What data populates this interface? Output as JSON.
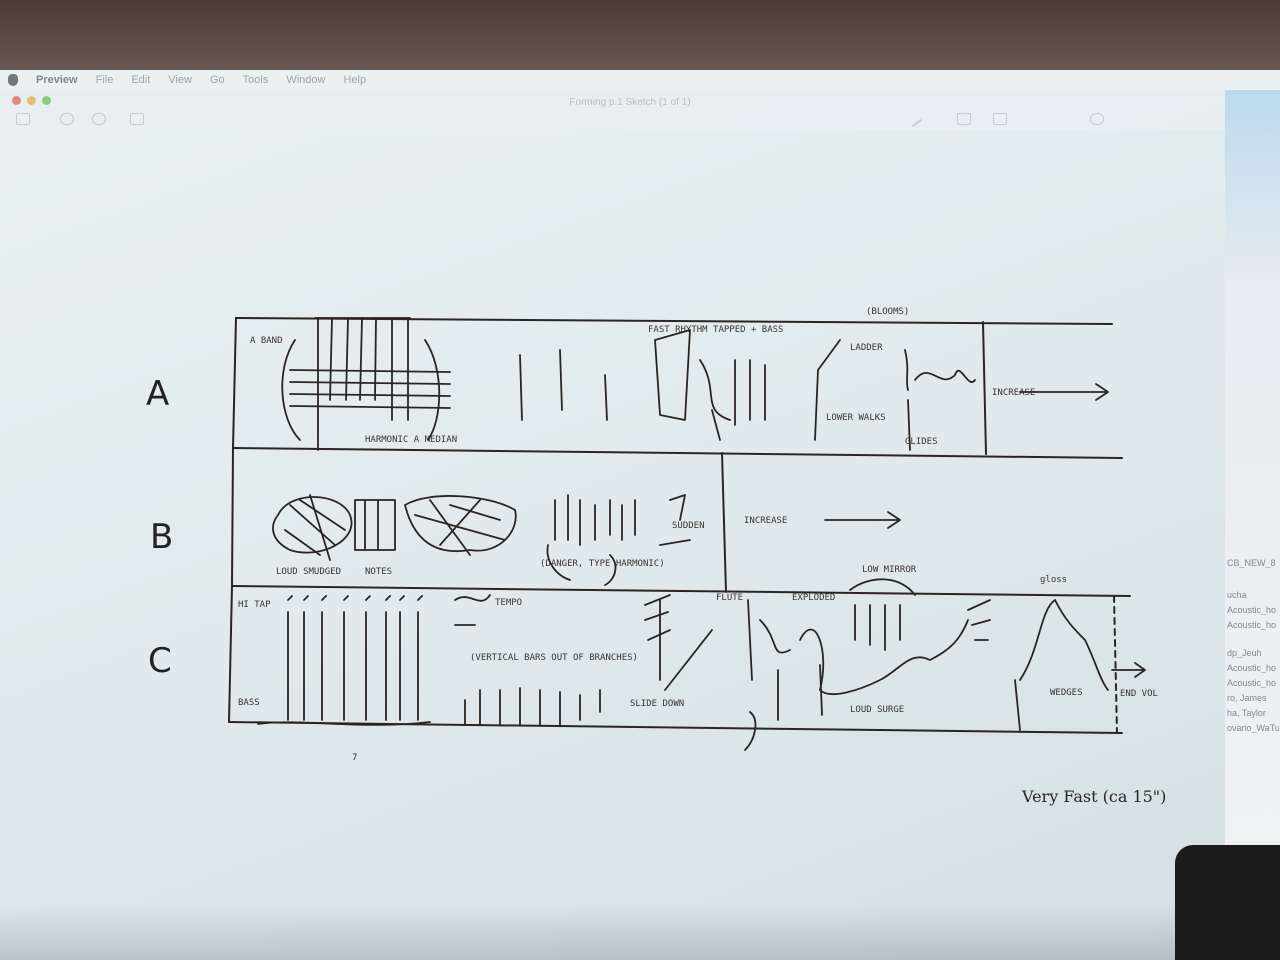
{
  "menubar": {
    "app_name": "Preview",
    "items": [
      "File",
      "Edit",
      "View",
      "Go",
      "Tools",
      "Window",
      "Help"
    ]
  },
  "window": {
    "title": "Forming p.1 Sketch (1 of 1)"
  },
  "sidebar": {
    "items": [
      "CB_NEW_8",
      "ucha",
      "Acoustic_ho",
      "Acoustic_ho",
      "dp_Jeuh",
      "Acoustic_ho",
      "Acoustic_ho",
      "ro, James",
      "ha, Taylor",
      "ovario_WaTu"
    ]
  },
  "sketch": {
    "row_labels": [
      "A",
      "B",
      "C"
    ],
    "row_a": {
      "label_a_band": "A BAND",
      "label_harmonic": "HARMONIC A MEDIAN",
      "label_fast_rhythm": "FAST RHYTHM TAPPED + BASS",
      "label_blooms": "(BLOOMS)",
      "label_ladder": "LADDER",
      "label_lower_walks": "LOWER WALKS",
      "label_glides": "GLIDES",
      "label_increase": "INCREASE"
    },
    "row_b": {
      "label_loud_smudged": "LOUD SMUDGED",
      "label_notes": "NOTES",
      "label_danger": "(DANGER, TYPE HARMONIC)",
      "label_sudden": "SUDDEN",
      "label_increase": "INCREASE"
    },
    "row_c": {
      "label_hi_tap": "HI TAP",
      "label_bass": "BASS",
      "label_tempo": "TEMPO",
      "label_vertical": "(VERTICAL BARS OUT OF BRANCHES)",
      "label_slide_down": "SLIDE DOWN",
      "label_flute": "FLUTE",
      "label_exploded": "EXPLODED",
      "label_low_mirror": "LOW MIRROR",
      "label_loud_surge": "LOUD SURGE",
      "label_gloss": "gloss",
      "label_wedges": "WEDGES",
      "label_end_vol": "END VOL",
      "label_seven": "7"
    },
    "tempo_note": "Very Fast (ca 15\")"
  }
}
